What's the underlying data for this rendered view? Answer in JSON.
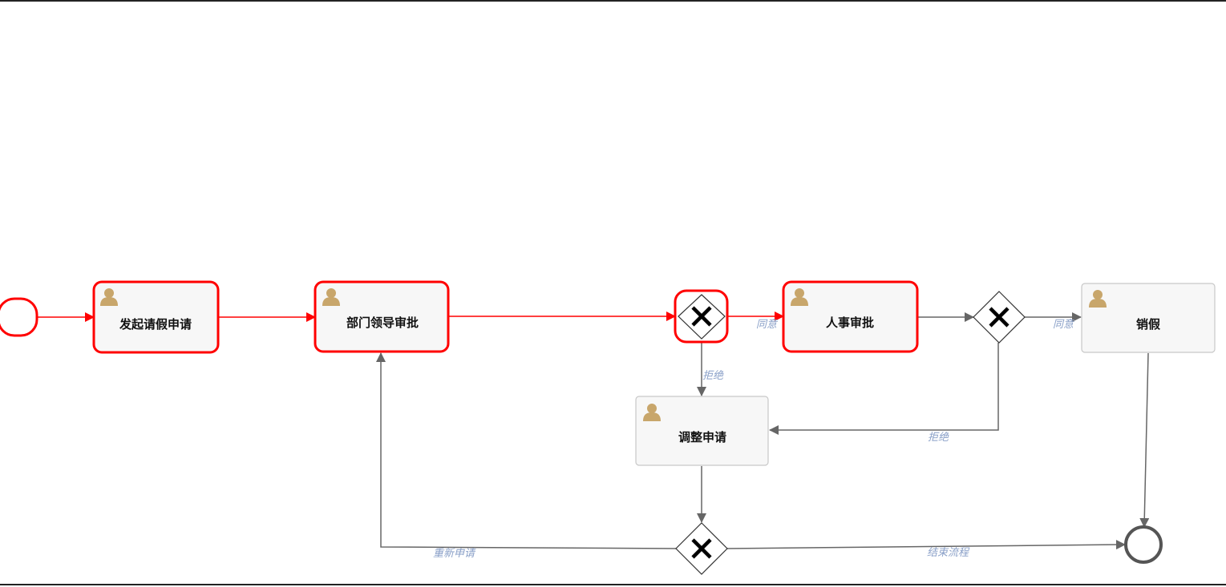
{
  "colors": {
    "active": "#ff0000",
    "inactive_stroke": "#c8c8c8",
    "task_fill": "#f7f7f7",
    "flow": "#666666",
    "label": "#8aa0c8",
    "user_icon": "#c8a66b"
  },
  "tasks": {
    "submit": {
      "label": "发起请假申请",
      "icon": "user-icon",
      "active": true
    },
    "dept_approve": {
      "label": "部门领导审批",
      "icon": "user-icon",
      "active": true
    },
    "hr_approve": {
      "label": "人事审批",
      "icon": "user-icon",
      "active": true
    },
    "cancel_leave": {
      "label": "销假",
      "icon": "user-icon",
      "active": false
    },
    "adjust": {
      "label": "调整申请",
      "icon": "user-icon",
      "active": false
    }
  },
  "flows": {
    "gw1_agree": "同意",
    "gw1_reject": "拒绝",
    "gw2_agree": "同意",
    "gw2_reject": "拒绝",
    "gw3_resubmit": "重新申请",
    "gw3_end": "结束流程"
  }
}
